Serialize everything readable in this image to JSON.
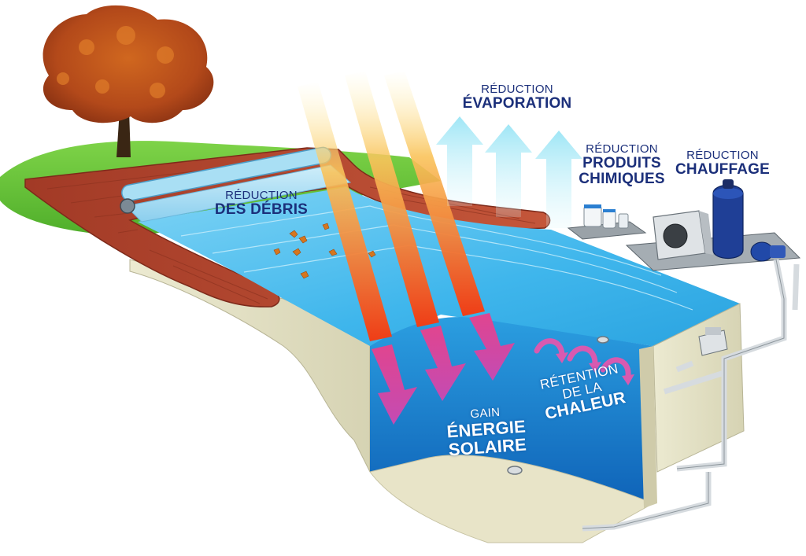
{
  "labels": {
    "evaporation": {
      "line1": "RÉDUCTION",
      "line2": "ÉVAPORATION"
    },
    "chemicals": {
      "line1": "RÉDUCTION",
      "line2": "PRODUITS",
      "line3": "CHIMIQUES"
    },
    "heating": {
      "line1": "RÉDUCTION",
      "line2": "CHAUFFAGE"
    },
    "debris": {
      "line1": "RÉDUCTION",
      "line2": "DES DÉBRIS"
    },
    "solar": {
      "line1": "GAIN",
      "line2": "ÉNERGIE SOLAIRE"
    },
    "retention": {
      "line1": "RÉTENTION",
      "line2": "DE LA",
      "line3": "CHALEUR"
    }
  },
  "colors": {
    "navy_text": "#1b2f7a",
    "water": "#4fc3f0",
    "deck": "#b5452e",
    "lawn": "#6cc93a",
    "concrete": "#e4e1c6",
    "sun_ray": "#f25a1c",
    "heat_arrow": "#d24fa8",
    "evaporation_arrow": "#aeeaf7"
  },
  "icons": [
    "tree-icon",
    "cover-roller-icon",
    "leaf-icon",
    "sun-ray-arrow-icon",
    "evaporation-arrow-icon",
    "heat-circulation-arrow-icon",
    "chemical-containers-icon",
    "heat-pump-icon",
    "sand-filter-icon",
    "water-pump-icon",
    "skimmer-icon",
    "drain-icon",
    "pipe-icon"
  ]
}
